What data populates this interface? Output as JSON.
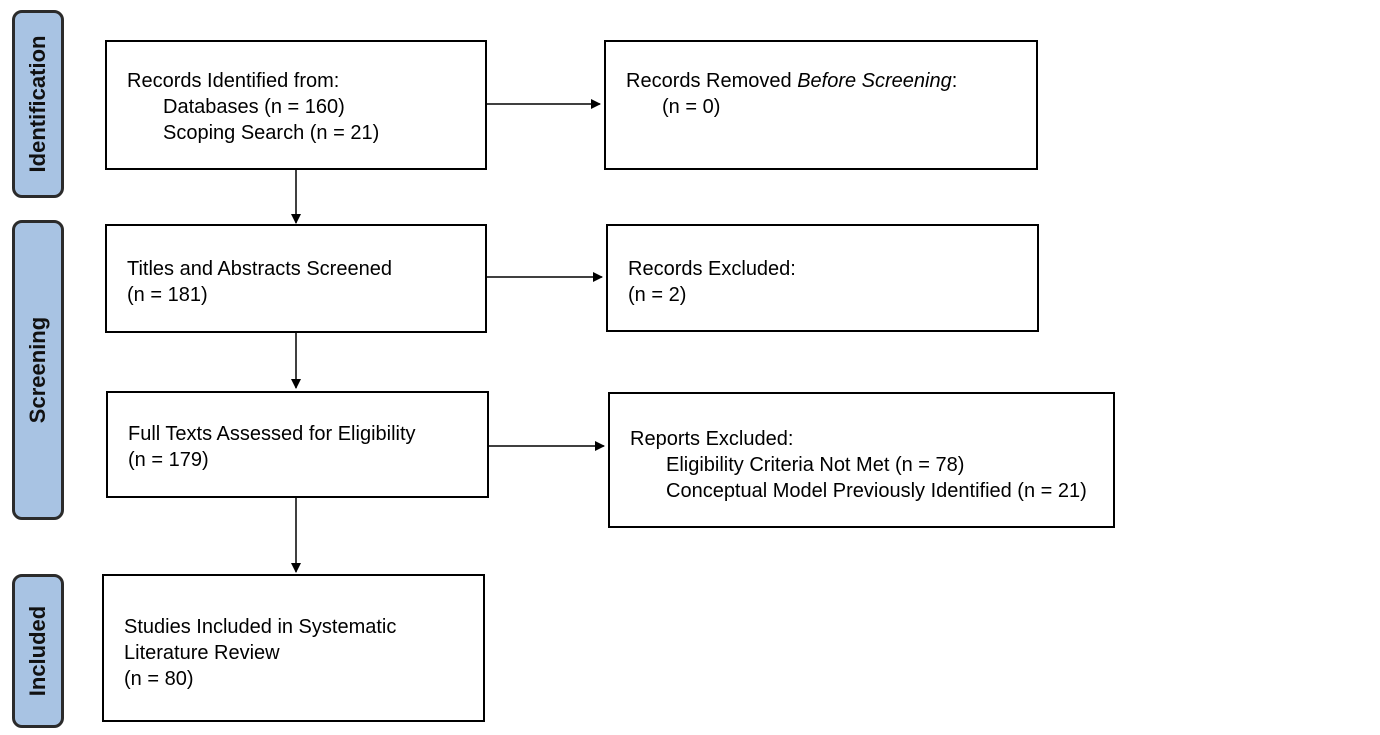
{
  "phases": {
    "identification": "Identification",
    "screening": "Screening",
    "included": "Included"
  },
  "boxes": {
    "records_identified": {
      "title": "Records Identified from:",
      "databases": "Databases (n = 160)",
      "scoping": "Scoping Search (n = 21)"
    },
    "records_removed": {
      "title_prefix": "Records Removed ",
      "title_italic": "Before Screening",
      "title_suffix": ":",
      "count": "(n = 0)"
    },
    "titles_screened": {
      "title": "Titles and Abstracts Screened",
      "count": "(n = 181)"
    },
    "records_excluded": {
      "title": "Records Excluded:",
      "count": "(n = 2)"
    },
    "full_texts": {
      "title": "Full Texts Assessed for Eligibility",
      "count": "(n = 179)"
    },
    "reports_excluded": {
      "title": "Reports Excluded:",
      "reason_1": "Eligibility Criteria Not Met (n = 78)",
      "reason_2": "Conceptual Model Previously Identified (n = 21)"
    },
    "studies_included": {
      "line_1": "Studies Included in Systematic",
      "line_2": "Literature Review",
      "count": "(n = 80)"
    }
  },
  "colors": {
    "phase_fill": "#a8c3e3",
    "phase_border": "#2b2b2b",
    "box_border": "#000000"
  }
}
